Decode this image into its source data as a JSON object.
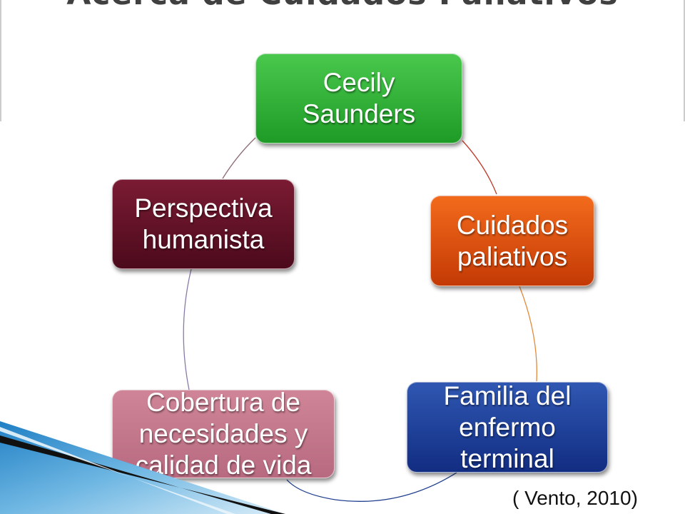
{
  "slide": {
    "title": "Acerca de Cuidados Paliativos",
    "citation": "( Vento, 2010)"
  },
  "diagram": {
    "nodes": [
      {
        "id": "cecily",
        "label": "Cecily\nSaunders",
        "color": "#2fb035"
      },
      {
        "id": "cuidados",
        "label": "Cuidados\npaliativos",
        "color": "#e25312"
      },
      {
        "id": "familia",
        "label": "Familia del\nenfermo\nterminal",
        "color": "#1e3f98"
      },
      {
        "id": "cobertura",
        "label": "Cobertura de\nnecesidades y\ncalidad de vida",
        "color": "#c47b8e"
      },
      {
        "id": "perspectiva",
        "label": "Perspectiva\nhumanista",
        "color": "#631226"
      }
    ],
    "edges": [
      {
        "from": "cecily",
        "to": "cuidados",
        "color": "#c0392b"
      },
      {
        "from": "cuidados",
        "to": "familia",
        "color": "#e38a3c"
      },
      {
        "from": "familia",
        "to": "cobertura",
        "color": "#1f3f8f"
      },
      {
        "from": "cobertura",
        "to": "perspectiva",
        "color": "#8a7aa8"
      },
      {
        "from": "perspectiva",
        "to": "cecily",
        "color": "#8e6a72"
      }
    ]
  }
}
